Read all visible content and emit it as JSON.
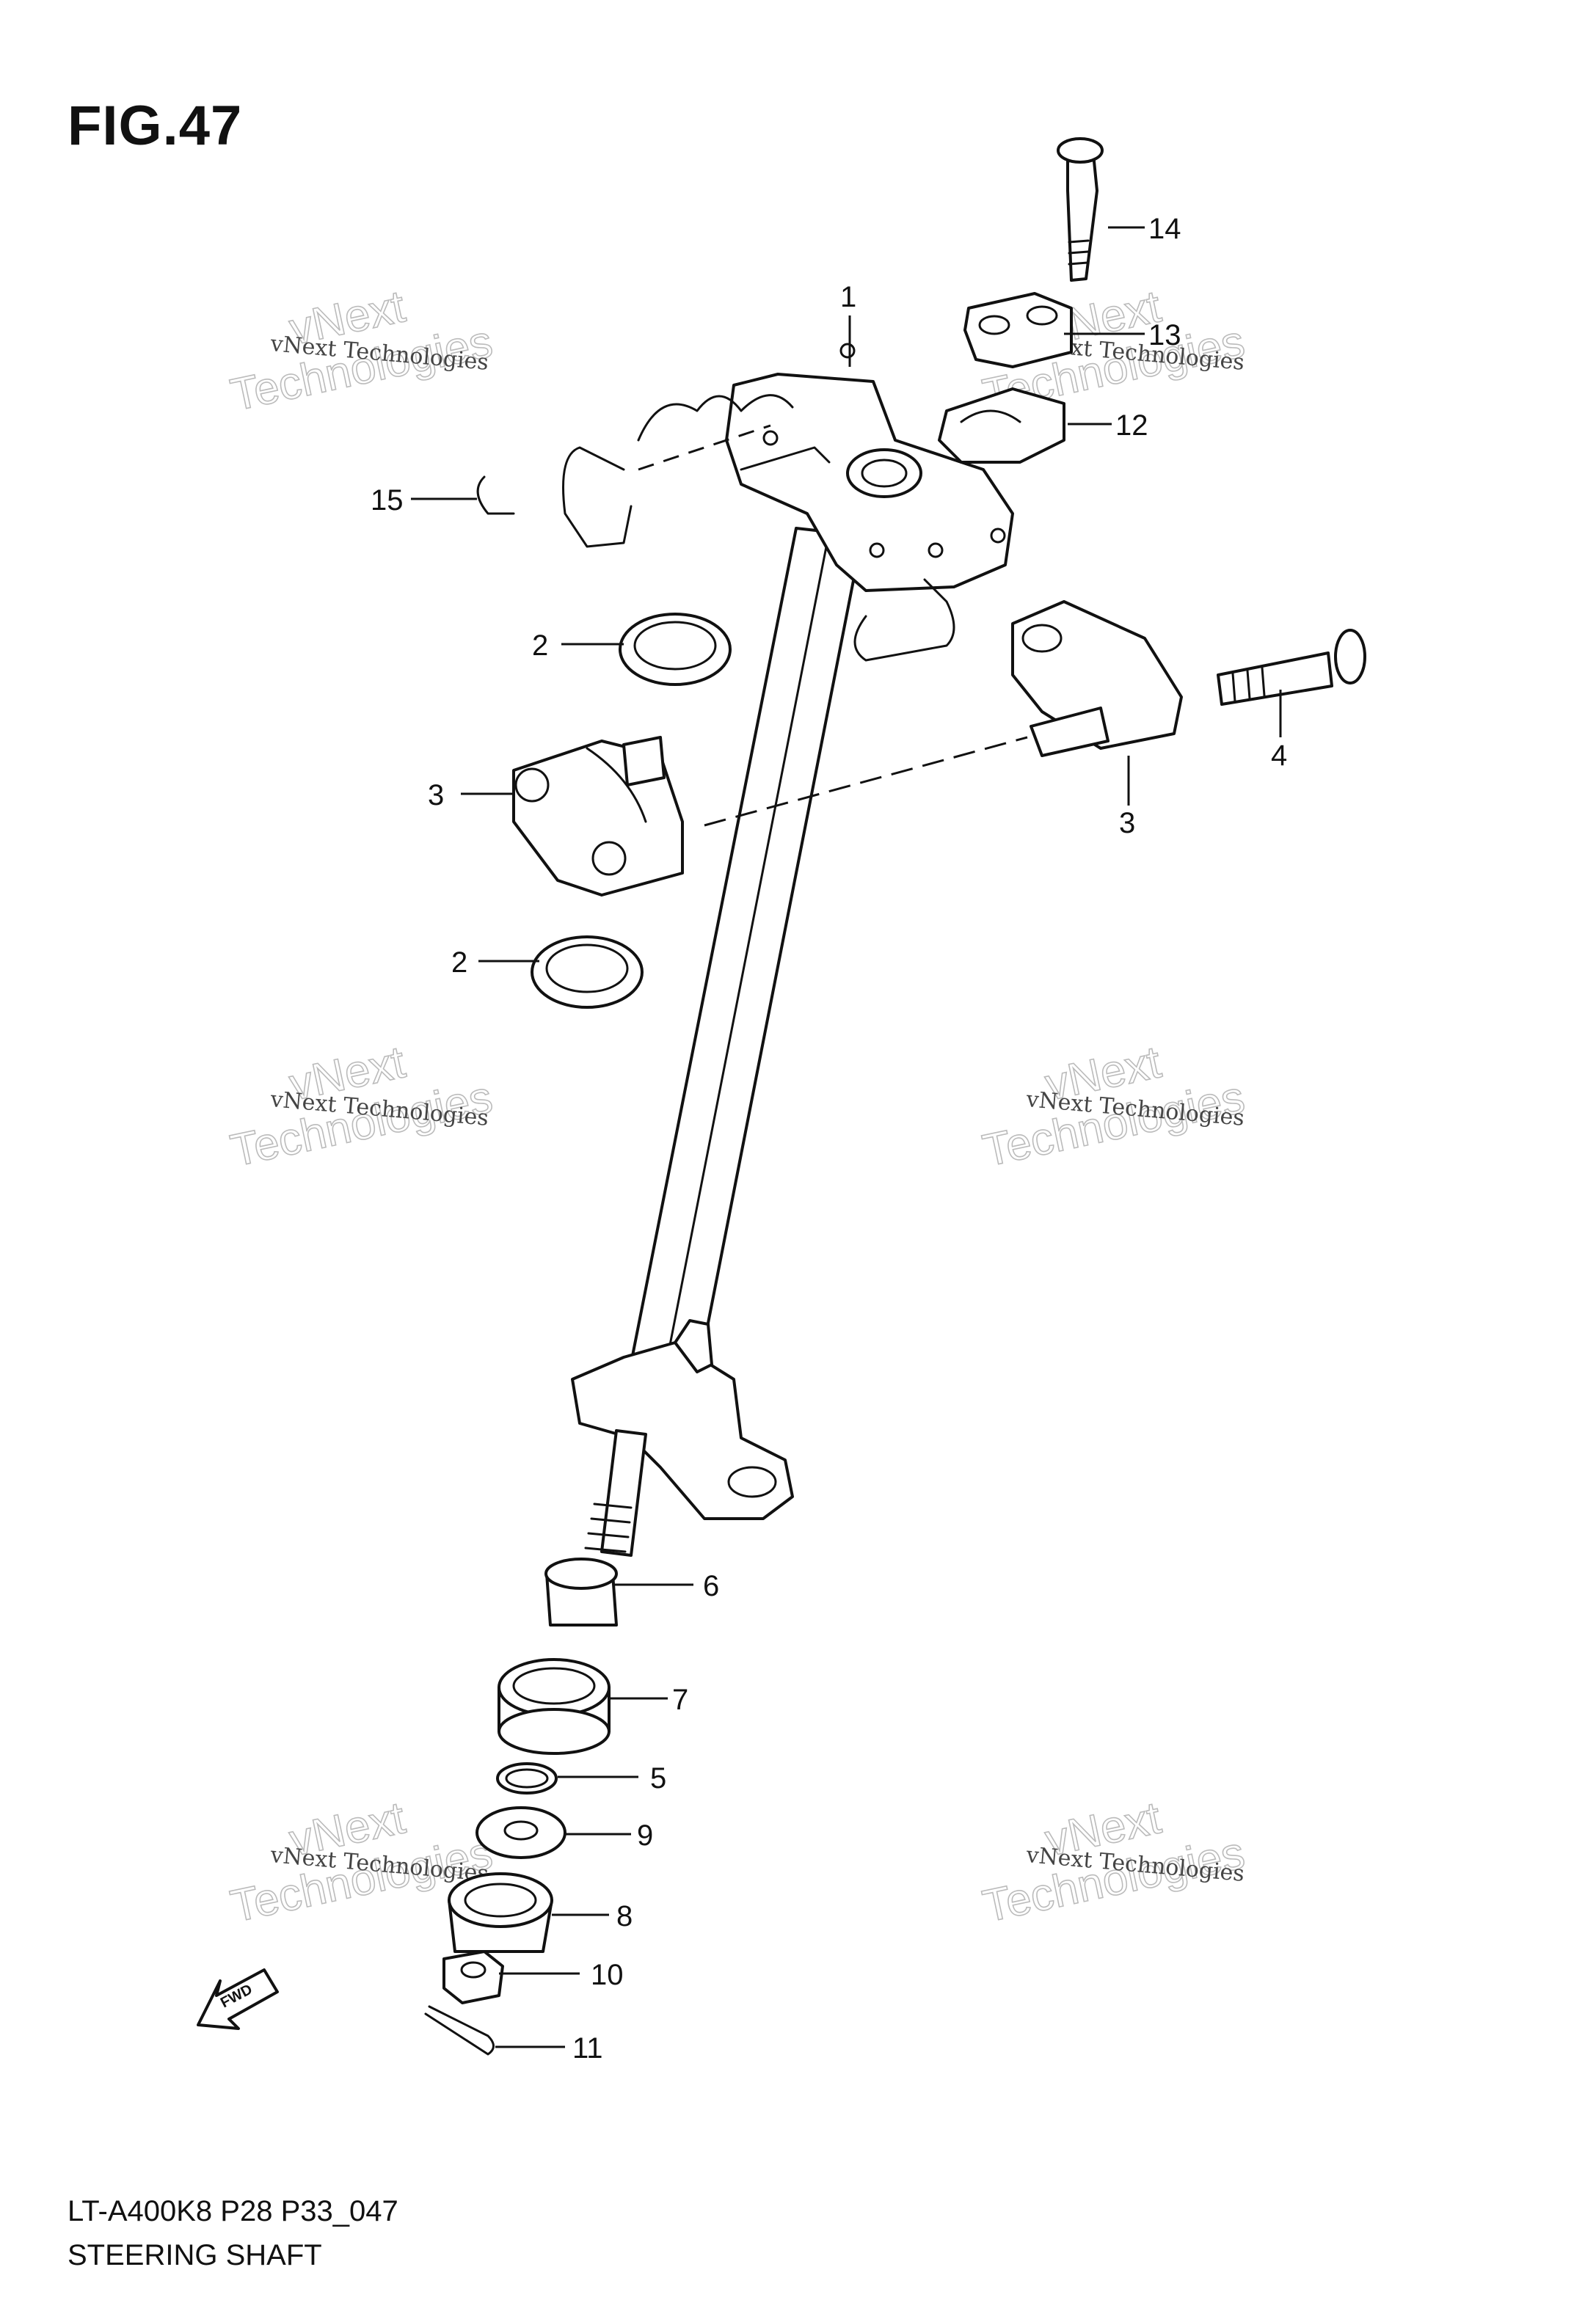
{
  "figure": {
    "title": "FIG.47",
    "model_code": "LT-A400K8 P28 P33_047",
    "name": "STEERING SHAFT"
  },
  "watermark": {
    "line1": "vNext Technologies",
    "line2a": "vNext",
    "line2b": "Technologies"
  },
  "callouts": {
    "c1": "1",
    "c2a": "2",
    "c2b": "2",
    "c3a": "3",
    "c3b": "3",
    "c4": "4",
    "c5": "5",
    "c6": "6",
    "c7": "7",
    "c8": "8",
    "c9": "9",
    "c10": "10",
    "c11": "11",
    "c12": "12",
    "c13": "13",
    "c14": "14",
    "c15": "15"
  },
  "direction_badge": "FWD"
}
